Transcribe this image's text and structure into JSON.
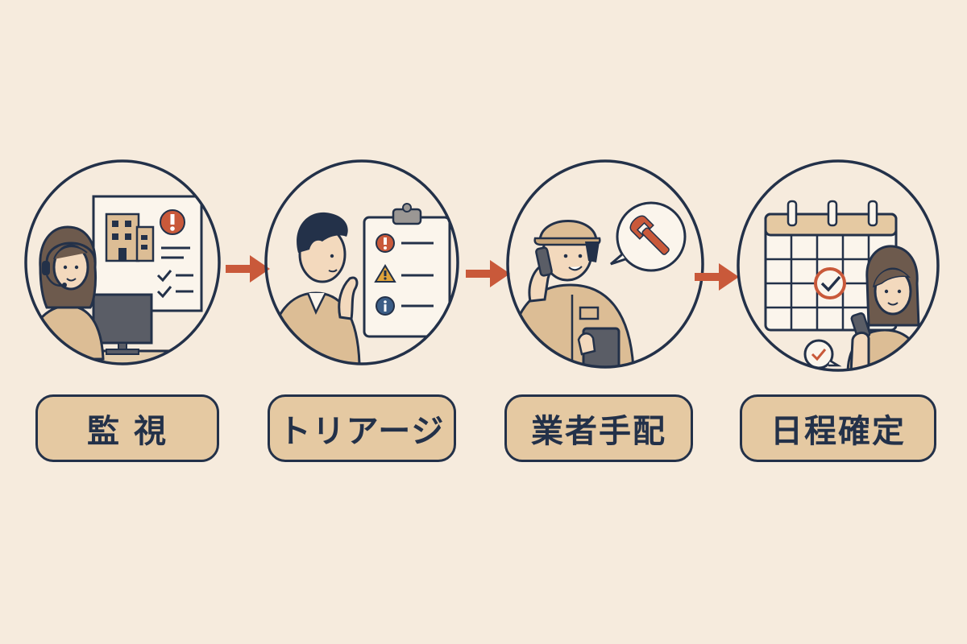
{
  "steps": [
    {
      "id": "monitoring",
      "label": "監 視",
      "icons": [
        "operator-headset-icon",
        "building-icon",
        "alert-icon",
        "checklist-icon",
        "monitor-icon"
      ]
    },
    {
      "id": "triage",
      "label": "トリアージ",
      "icons": [
        "thinking-person-icon",
        "clipboard-icon",
        "error-icon",
        "warning-icon",
        "info-icon"
      ]
    },
    {
      "id": "vendor",
      "label": "業者手配",
      "icons": [
        "technician-icon",
        "phone-icon",
        "wrench-icon",
        "tablet-icon"
      ]
    },
    {
      "id": "schedule",
      "label": "日程確定",
      "icons": [
        "calendar-icon",
        "check-icon",
        "smartphone-icon",
        "confirmed-bubble-icon"
      ]
    }
  ],
  "colors": {
    "background": "#f6ebdd",
    "ink": "#233149",
    "accent": "#c9593a",
    "label_fill": "#e5c9a2",
    "skin": "#f3d9bd",
    "clothing": "#dcbd95"
  }
}
